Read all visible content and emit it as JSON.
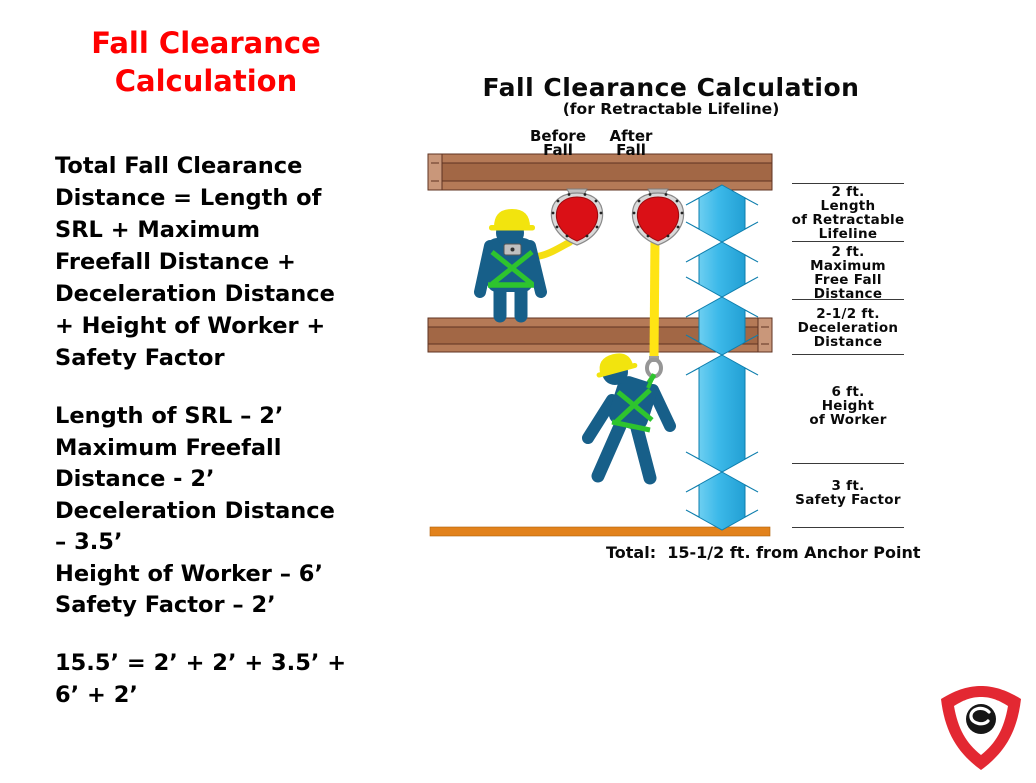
{
  "left_panel": {
    "title": [
      "Fall Clearance",
      "Calculation"
    ],
    "formula_lines": [
      "Total Fall Clearance",
      "Distance = Length of",
      "SRL + Maximum",
      "Freefall Distance +",
      "Deceleration Distance",
      "+ Height of Worker +",
      "Safety Factor"
    ],
    "value_lines": [
      "Length of SRL – 2’",
      "Maximum Freefall",
      "Distance - 2’",
      "Deceleration Distance",
      "– 3.5’",
      "Height of Worker – 6’",
      "Safety Factor – 2’"
    ],
    "equation_lines": [
      "15.5’ = 2’ + 2’ + 3.5’ +",
      "6’ + 2’"
    ]
  },
  "diagram": {
    "title": "Fall Clearance Calculation",
    "subtitle": "(for Retractable Lifeline)",
    "before_label": [
      "Before",
      "Fall"
    ],
    "after_label": [
      "After",
      "Fall"
    ],
    "measurements": [
      {
        "label": [
          "2 ft.",
          "Length",
          "of Retractable",
          "Lifeline"
        ]
      },
      {
        "label": [
          "2 ft.",
          "Maximum",
          "Free Fall",
          "Distance"
        ]
      },
      {
        "label": [
          "2-1/2 ft.",
          "Deceleration",
          "Distance"
        ]
      },
      {
        "label": [
          "6 ft.",
          "Height",
          "of Worker"
        ]
      },
      {
        "label": [
          "3 ft.",
          "Safety Factor"
        ]
      }
    ],
    "total": "Total:  15-1/2 ft. from Anchor Point",
    "icons": [
      "i-beam-icon",
      "retractable-lifeline-icon",
      "worker-before-fall-icon",
      "worker-after-fall-icon",
      "distance-arrow-icon",
      "ground-line-icon"
    ]
  },
  "logo": {
    "icon": "shield-logo-icon"
  },
  "colors": {
    "title_red": "#ff0000",
    "text_black": "#000000",
    "beam_brown": "#a26745",
    "beam_brown_light": "#c9977a",
    "beam_outline": "#5f3322",
    "srl_red": "#da1016",
    "silver": "#d9d9d9",
    "arrow_blue_light": "#7ed7f4",
    "arrow_blue": "#3cb9e9",
    "arrow_blue_dark": "#1693c9",
    "worker_blue": "#175f89",
    "hat_yellow": "#f2e40e",
    "harness_green": "#2ec42e",
    "rope_yellow": "#ffe414",
    "ground_orange": "#e2821c",
    "logo_red": "#e32832"
  }
}
